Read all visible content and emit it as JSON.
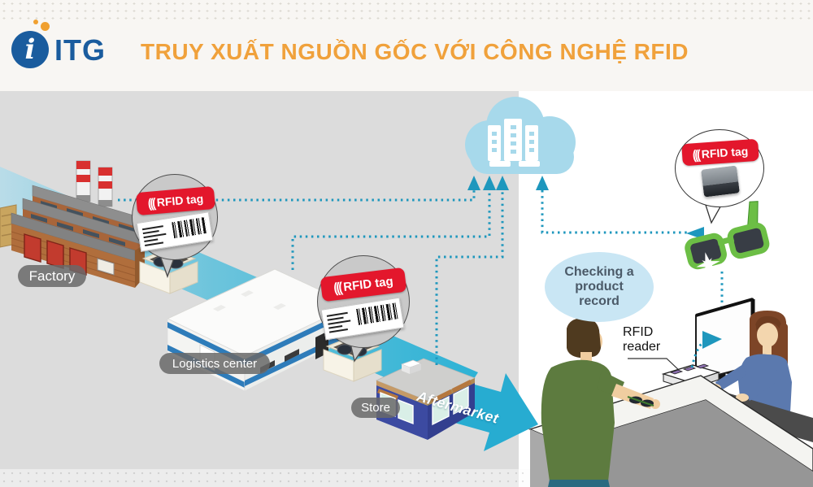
{
  "header": {
    "logo_text": "ITG",
    "logo_mark": "i",
    "title": "TRUY XUẤT NGUỒN GỐC VỚI CÔNG NGHỆ RFID"
  },
  "diagram": {
    "stations": [
      {
        "label": "Factory"
      },
      {
        "label": "Logistics center"
      },
      {
        "label": "Store"
      }
    ],
    "flow_end_label": "Aftermarket",
    "rfid_tag_label": "RFID tag",
    "checking_note": "Checking a product record",
    "reader_label": "RFID reader"
  },
  "icons": {
    "rfid_wave": "((("
  },
  "colors": {
    "title_orange": "#F0A13B",
    "logo_blue": "#1A5C9E",
    "tag_red": "#E3172C",
    "flow_teal": "#29AFD4",
    "dotted_line_teal": "#1E97BD",
    "cloud_blue": "#A7D9EB",
    "panel_gray": "#DCDCDC",
    "note_blue": "#C9E6F4",
    "glasses_green": "#6CBE45"
  }
}
